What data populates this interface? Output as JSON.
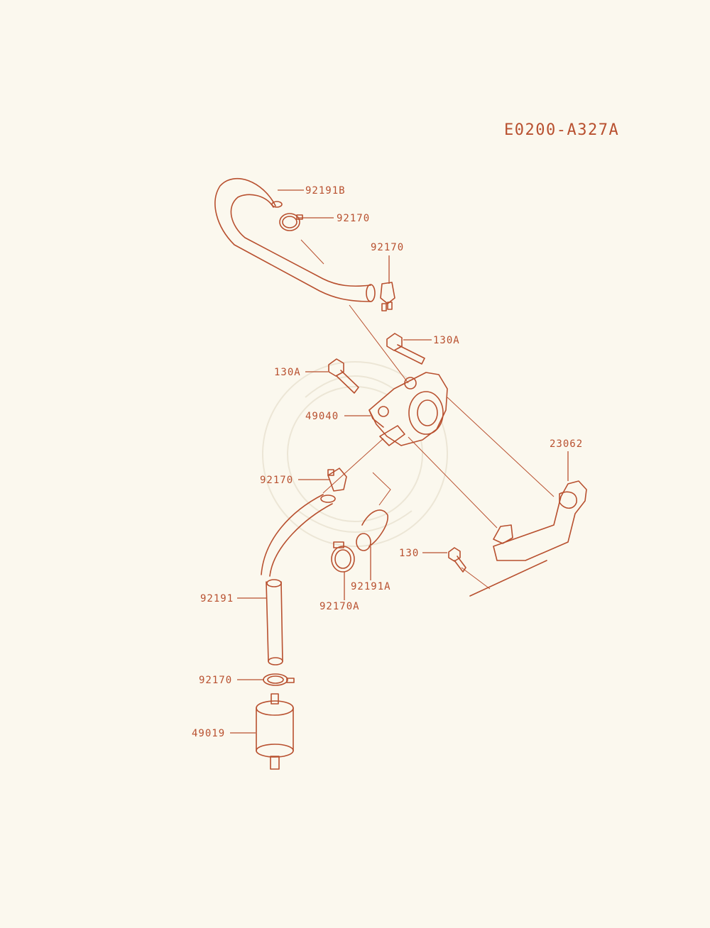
{
  "diagram_code": "E0200-A327A",
  "colors": {
    "ink": "#b8502f",
    "paper": "#fbf8ee"
  },
  "labels": {
    "hose_top": "92191B",
    "clamp_top": "92170",
    "clamp_upper_right": "92170",
    "bolt_right": "130A",
    "bolt_left": "130A",
    "fuel_pump": "49040",
    "bracket": "23062",
    "clamp_mid": "92170",
    "bolt_small": "130",
    "hose_short": "92191A",
    "clamp_a": "92170A",
    "hose_main": "92191",
    "clamp_bottom": "92170",
    "fuel_filter": "49019"
  }
}
